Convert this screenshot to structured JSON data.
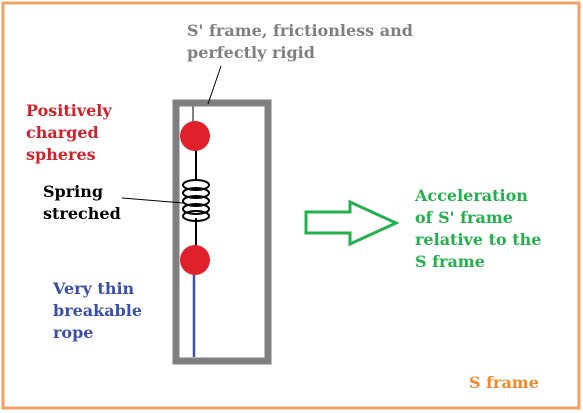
{
  "labels": {
    "frame_s_prime": [
      "S' frame, frictionless and",
      "perfectly rigid"
    ],
    "spheres": [
      "Positively",
      "charged",
      "spheres"
    ],
    "spring": [
      "Spring",
      "streched"
    ],
    "rope": [
      "Very thin",
      "breakable",
      "rope"
    ],
    "acceleration": [
      "Acceleration",
      "of S' frame",
      "relative to the",
      "S frame"
    ],
    "frame_s": "S frame"
  },
  "colors": {
    "outer_border": "#f4a064",
    "inner_frame": "#7f7f7f",
    "frame_s_prime_text": "#7f7f7f",
    "spheres": "#e0202a",
    "spheres_text": "#d02028",
    "spring": "#000000",
    "spring_text": "#000000",
    "rope": "#3a4fb0",
    "rope_text": "#3a4fa8",
    "arrow": "#22b14c",
    "acceleration_text": "#22b14c",
    "frame_s_text": "#ee8a2e"
  }
}
